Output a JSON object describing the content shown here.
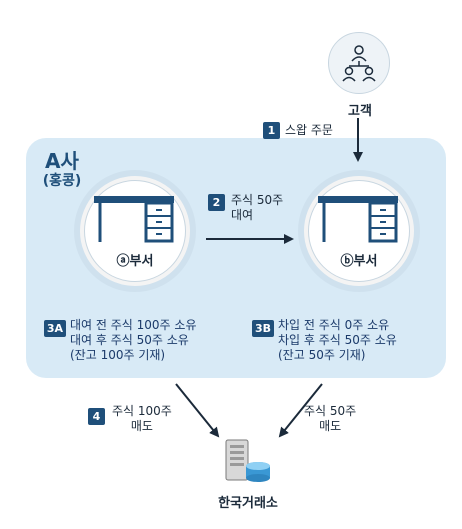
{
  "customer": {
    "label": "고객"
  },
  "company": {
    "name": "A사",
    "sub": "(홍콩)"
  },
  "steps": {
    "s1": {
      "badge": "1",
      "text": "스왑 주문"
    },
    "s2": {
      "badge": "2",
      "line1": "주식 50주",
      "line2": "대여"
    },
    "s3a": {
      "badge": "3A",
      "line1": "대여 전 주식 100주 소유",
      "line2": "대여 후 주식 50주 소유",
      "line3": "(잔고 100주 기재)"
    },
    "s3b": {
      "badge": "3B",
      "line1": "차입 전 주식 0주 소유",
      "line2": "차입 후 주식 50주 소유",
      "line3": "(잔고 50주 기재)"
    },
    "s4": {
      "badge": "4",
      "line1": "주식 100주",
      "line2": "매도"
    },
    "s5": {
      "line1": "주식 50주",
      "line2": "매도"
    }
  },
  "departments": {
    "a": "ⓐ부서",
    "b": "ⓑ부서"
  },
  "exchange": {
    "label": "한국거래소"
  },
  "colors": {
    "region": "#d8eaf6",
    "badge": "#1f4f7a",
    "arrow": "#1b2a3a"
  }
}
